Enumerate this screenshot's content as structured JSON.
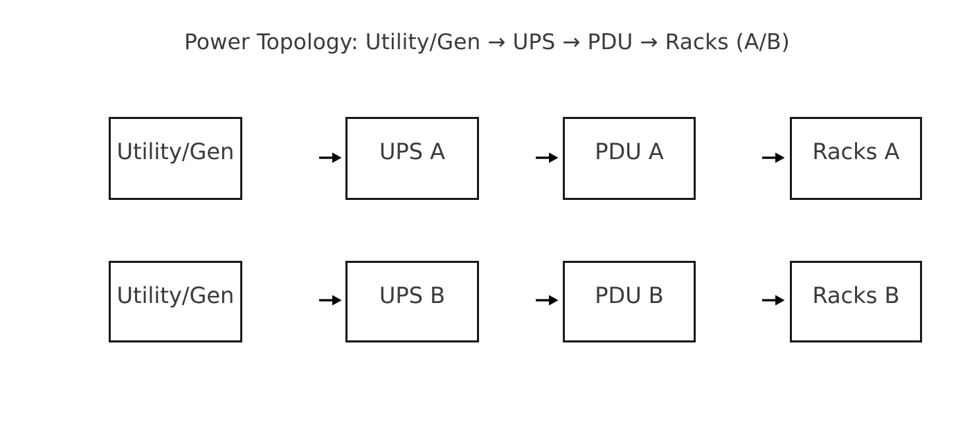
{
  "title": "Power Topology: Utility/Gen → UPS → PDU → Racks (A/B)",
  "diagram": {
    "type": "flow",
    "direction": "left-to-right",
    "rows": [
      {
        "id": "A",
        "nodes": [
          "Utility/Gen",
          "UPS A",
          "PDU A",
          "Racks A"
        ]
      },
      {
        "id": "B",
        "nodes": [
          "Utility/Gen",
          "UPS B",
          "PDU B",
          "Racks B"
        ]
      }
    ],
    "edges": [
      {
        "row": "A",
        "from": "Utility/Gen",
        "to": "UPS A"
      },
      {
        "row": "A",
        "from": "UPS A",
        "to": "PDU A"
      },
      {
        "row": "A",
        "from": "PDU A",
        "to": "Racks A"
      },
      {
        "row": "B",
        "from": "Utility/Gen",
        "to": "UPS B"
      },
      {
        "row": "B",
        "from": "UPS B",
        "to": "PDU B"
      },
      {
        "row": "B",
        "from": "PDU B",
        "to": "Racks B"
      }
    ]
  },
  "colors": {
    "background": "#ffffff",
    "box_border": "#1a1a1a",
    "text": "#3a3a3a",
    "arrow": "#000000"
  }
}
